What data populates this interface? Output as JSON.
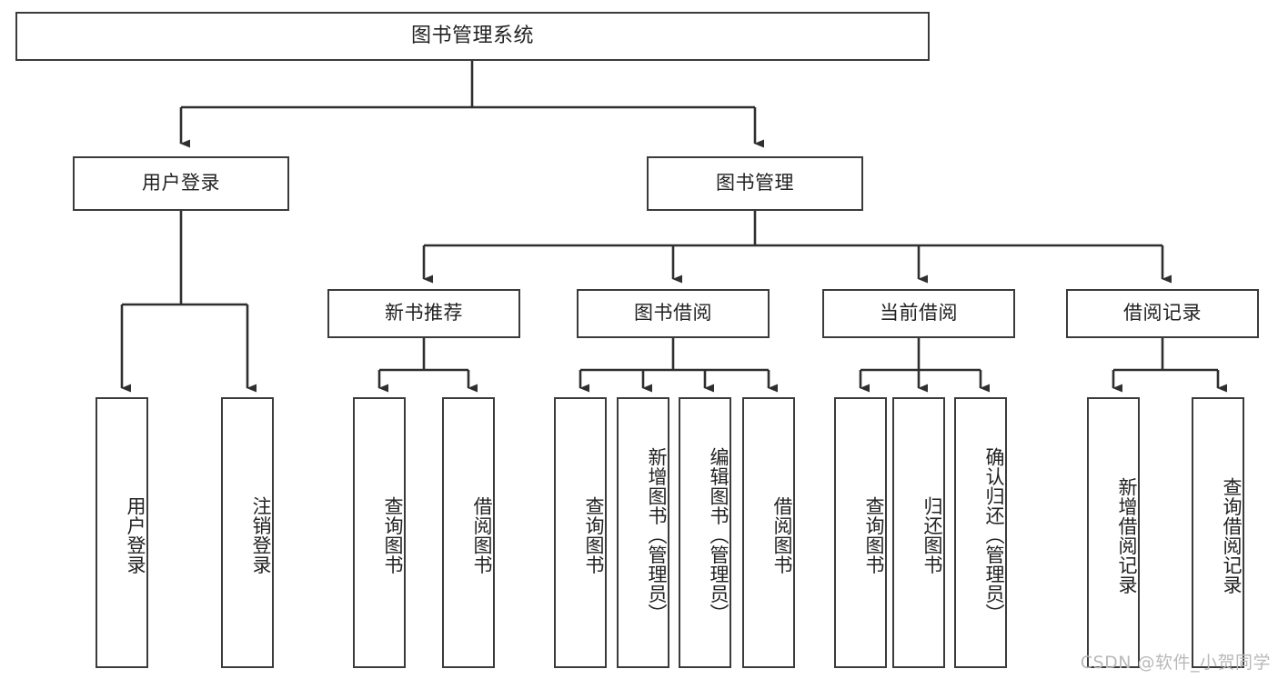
{
  "diagram": {
    "title": "图书管理系统",
    "type": "tree-hierarchy-chart",
    "colors": {
      "box_border": "#3b3b3b",
      "box_fill": "#ffffff",
      "connector": "#2f2f2f",
      "text": "#222222",
      "watermark": "#b9b9b9"
    },
    "root": {
      "label": "图书管理系统"
    },
    "level2": [
      {
        "label": "用户登录"
      },
      {
        "label": "图书管理"
      }
    ],
    "level3": [
      {
        "label": "新书推荐"
      },
      {
        "label": "图书借阅"
      },
      {
        "label": "当前借阅"
      },
      {
        "label": "借阅记录"
      }
    ],
    "leaves": {
      "user_login": [
        {
          "label": "用户登录"
        },
        {
          "label": "注销登录"
        }
      ],
      "new_book_recommend": [
        {
          "label": "查询图书"
        },
        {
          "label": "借阅图书"
        }
      ],
      "book_borrow": [
        {
          "label": "查询图书"
        },
        {
          "label": "新增图书（管理员）"
        },
        {
          "label": "编辑图书（管理员）"
        },
        {
          "label": "借阅图书"
        }
      ],
      "current_borrow": [
        {
          "label": "查询图书"
        },
        {
          "label": "归还图书"
        },
        {
          "label": "确认归还（管理员）"
        }
      ],
      "borrow_record": [
        {
          "label": "新增借阅记录"
        },
        {
          "label": "查询借阅记录"
        }
      ]
    },
    "watermark": "CSDN @软件_小贺同学"
  }
}
